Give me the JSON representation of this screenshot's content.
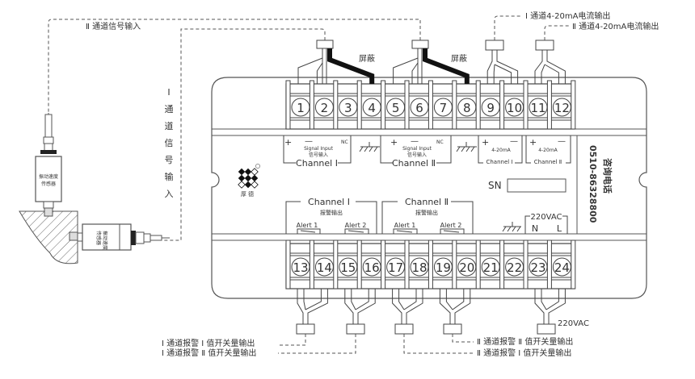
{
  "labels": {
    "ch2_signal_input": "Ⅱ 通道信号输入",
    "ch1_signal_input_vertical": [
      "Ⅰ",
      "通",
      "道",
      "信",
      "号",
      "输",
      "入"
    ],
    "ch1_current_output": "Ⅰ 通道4-20mA电流输出",
    "ch2_current_output": "Ⅱ 通道4-20mA电流输出",
    "shield_1": "屏蔽",
    "shield_2": "屏蔽",
    "sensor_top": [
      "振动速度",
      "传感器"
    ],
    "sensor_side": [
      "振动速度",
      "传感器"
    ],
    "brand": "厚 德",
    "consult_phone_label": "咨询电话",
    "consult_phone_number": "0510-86328800",
    "sn_label": "SN",
    "power_top": "220VAC",
    "power_n": "N",
    "power_l": "L",
    "power_bottom": "220VAC",
    "out_left_1": "Ⅰ 通道报警 Ⅰ 值开关量输出",
    "out_left_2": "Ⅰ 通道报警 Ⅱ 值开关量输出",
    "out_right_1": "Ⅱ 通道报警 Ⅱ 值开关量输出",
    "out_right_2": "Ⅱ 通道报警 Ⅰ 值开关量输出"
  },
  "top_terminals": [
    "1",
    "2",
    "3",
    "4",
    "5",
    "6",
    "7",
    "8",
    "9",
    "10",
    "11",
    "12"
  ],
  "bottom_terminals": [
    "13",
    "14",
    "15",
    "16",
    "17",
    "18",
    "19",
    "20",
    "21",
    "22",
    "23",
    "24"
  ],
  "top_groups": {
    "ch1": {
      "plus": "+",
      "minus": "—",
      "nc": "NC",
      "signal_en": "Signal Input",
      "signal_cn": "信号输入",
      "name": "Channel Ⅰ"
    },
    "ch2": {
      "plus": "+",
      "minus": "—",
      "nc": "NC",
      "signal_en": "Signal Input",
      "signal_cn": "信号输入",
      "name": "Channel Ⅱ"
    },
    "out1": {
      "plus": "+",
      "minus": "—",
      "range": "4-20mA",
      "name": "Channel Ⅰ"
    },
    "out2": {
      "plus": "+",
      "minus": "—",
      "range": "4-20mA",
      "name": "Channel Ⅱ"
    }
  },
  "bottom_groups": {
    "ch1": {
      "name": "Channel Ⅰ",
      "sub": "报警输出",
      "alert1": "Alert 1",
      "alert2": "Alert 2"
    },
    "ch2": {
      "name": "Channel Ⅱ",
      "sub": "报警输出",
      "alert1": "Alert 1",
      "alert2": "Alert 2"
    }
  }
}
